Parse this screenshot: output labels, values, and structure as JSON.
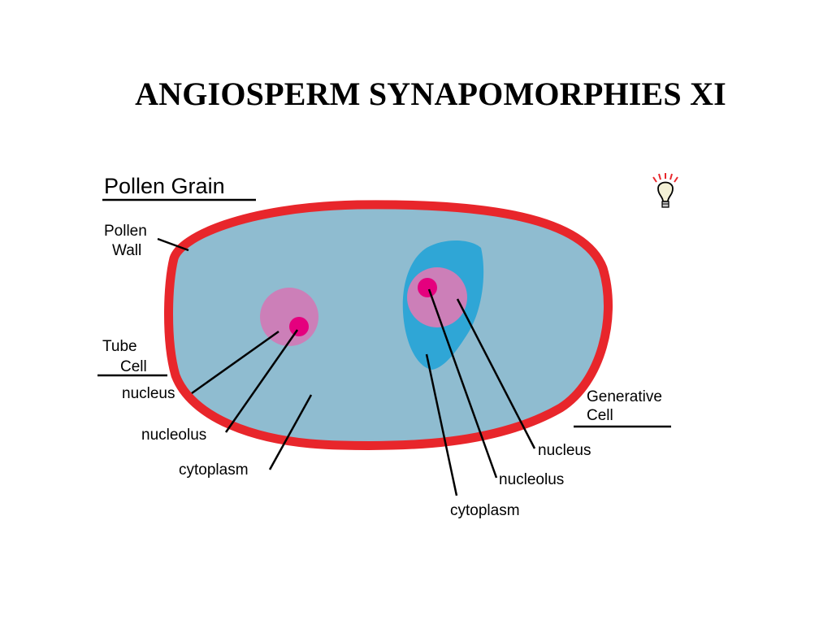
{
  "slide": {
    "title": "ANGIOSPERM SYNAPOMORPHIES XI"
  },
  "diagram": {
    "heading": "Pollen Grain",
    "wall_label": [
      "Pollen",
      "Wall"
    ],
    "tube_cell": {
      "title": [
        "Tube",
        "Cell"
      ],
      "labels": [
        "nucleus",
        "nucleolus",
        "cytoplasm"
      ]
    },
    "generative_cell": {
      "title": [
        "Generative",
        "Cell"
      ],
      "labels": [
        "nucleus",
        "nucleolus",
        "cytoplasm"
      ]
    },
    "icon": "lightbulb-icon",
    "colors": {
      "wall": "#e8262b",
      "cytoplasm": "#8fbcd0",
      "generative_cytoplasm": "#2fa6d6",
      "nucleus": "#cc7fb8",
      "nucleolus": "#e5007e"
    }
  }
}
